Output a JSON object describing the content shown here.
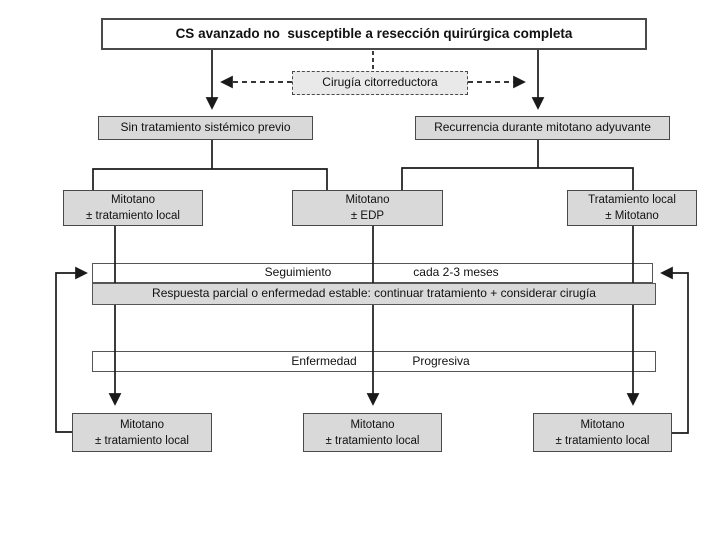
{
  "colors": {
    "box_fill_gray": "#d9d9d9",
    "optional_box_fill": "#e9e9e9",
    "line_color": "#1a1a1a",
    "border_color": "#4a4a4a"
  },
  "flowchart": {
    "root": "CS avanzado no  susceptible a resección quirúrgica completa",
    "cytoreductive_surgery": "Cirugía citorreductora",
    "branch_no_prior_treatment": "Sin tratamiento sistémico previo",
    "branch_recurrence": "Recurrencia durante mitotano adyuvante",
    "treatment_left": {
      "line1": "Mitotano",
      "line2": "± tratamiento local"
    },
    "treatment_center": {
      "line1": "Mitotano",
      "line2": "± EDP"
    },
    "treatment_right": {
      "line1": "Tratamiento local",
      "line2": "± Mitotano"
    },
    "followup": {
      "label": "Seguimiento",
      "interval": "cada 2-3 meses"
    },
    "partial_response": "Respuesta parcial o enfermedad estable: continuar tratamiento + considerar cirugía",
    "progression": {
      "word1": "Enfermedad",
      "word2": "Progresiva"
    },
    "final_left": {
      "line1": "Mitotano",
      "line2": "± tratamiento local"
    },
    "final_center": {
      "line1": "Mitotano",
      "line2": "± tratamiento local"
    },
    "final_right": {
      "line1": "Mitotano",
      "line2": "± tratamiento local"
    }
  }
}
